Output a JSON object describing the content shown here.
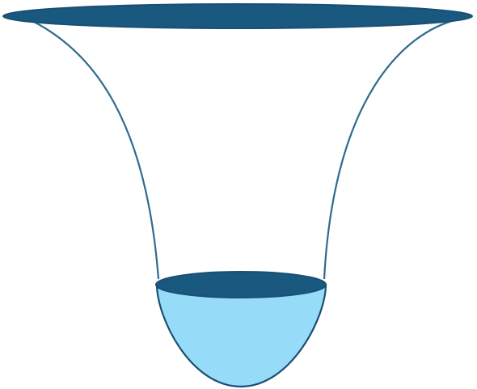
{
  "diagram": {
    "colors": {
      "background": "#ffffff",
      "rim_fill": "#19587f",
      "outline": "#1b4f73",
      "funnel_wall_stroke": "#2f6b8e",
      "liquid_fill": "#96dbf7",
      "liquid_outline": "#1b4f73"
    },
    "parts": [
      "top-rim-ellipse",
      "funnel-walls",
      "liquid-surface-ellipse",
      "liquid-bowl"
    ]
  }
}
